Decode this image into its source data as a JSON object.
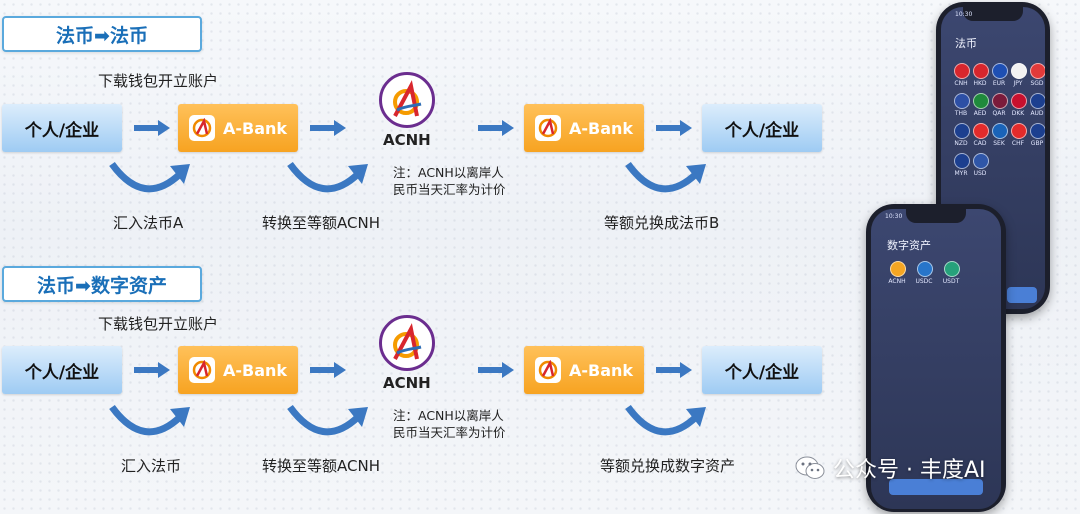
{
  "sections": [
    {
      "title": "法币➡法币",
      "open_account": "下载钱包开立账户",
      "client_left": "个人/企业",
      "bank_left": "A-Bank",
      "acnh": "ACNH",
      "bank_right": "A-Bank",
      "client_right": "个人/企业",
      "note_line1": "注：ACNH以离岸人",
      "note_line2": "民币当天汇率为计价",
      "step1": "汇入法币A",
      "step2": "转换至等额ACNH",
      "step3": "等额兑换成法币B"
    },
    {
      "title": "法币➡数字资产",
      "open_account": "下载钱包开立账户",
      "client_left": "个人/企业",
      "bank_left": "A-Bank",
      "acnh": "ACNH",
      "bank_right": "A-Bank",
      "client_right": "个人/企业",
      "note_line1": "注：ACNH以离岸人",
      "note_line2": "民币当天汇率为计价",
      "step1": "汇入法币",
      "step2": "转换至等额ACNH",
      "step3": "等额兑换成数字资产"
    }
  ],
  "phone_fiat": {
    "time": "10:30",
    "title": "法币",
    "currencies": [
      "CNH",
      "HKD",
      "EUR",
      "JPY",
      "SGD",
      "THB",
      "AED",
      "QAR",
      "DKK",
      "AUD",
      "NZD",
      "CAD",
      "SEK",
      "CHF",
      "GBP",
      "MYR",
      "USD"
    ],
    "colors": [
      "#d8262d",
      "#d8262d",
      "#1e4fb3",
      "#f2f2f2",
      "#e23a3a",
      "#2d4fa5",
      "#1f8a3c",
      "#7b1b3b",
      "#c8102e",
      "#1c3f8f",
      "#1c3f8f",
      "#e32b2b",
      "#1a63b8",
      "#e32b2b",
      "#1c3f8f",
      "#1c3f8f",
      "#2f56a8"
    ]
  },
  "phone_digital": {
    "time": "10:30",
    "title": "数字资产",
    "assets": [
      "ACNH",
      "USDC",
      "USDT"
    ],
    "colors": [
      "#f5a623",
      "#2775ca",
      "#26a17b"
    ]
  },
  "watermark": {
    "text": "公众号 · 丰度AI",
    "icon": "wechat-icon"
  },
  "theme": {
    "client_blue": "#9ecbf3",
    "bank_orange": "#f7a321",
    "arrow_blue": "#3b78c2",
    "title_blue": "#1a6fb8",
    "acnh_purple": "#6b2d8f"
  }
}
